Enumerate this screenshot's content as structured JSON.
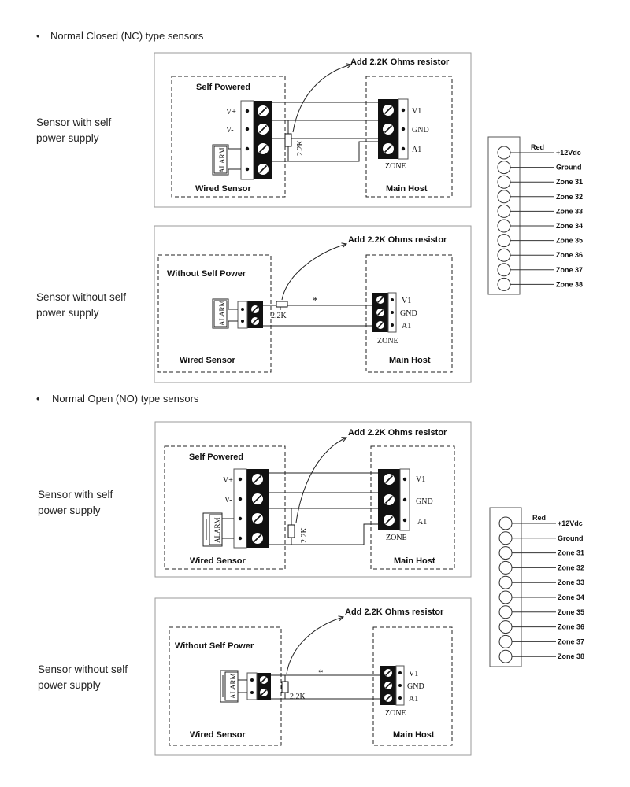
{
  "sections": {
    "nc": "Normal Closed (NC) type sensors",
    "no": "Normal Open (NO) type sensors"
  },
  "bullet": "•",
  "side": {
    "self_line1": "Sensor with self",
    "self_line2": "power supply",
    "nself_line1": "Sensor without self",
    "nself_line2": "power supply"
  },
  "labels": {
    "add_resistor": "Add 2.2K Ohms resistor",
    "self_powered": "Self Powered",
    "without_self_power": "Without Self Power",
    "wired_sensor": "Wired Sensor",
    "main_host": "Main Host",
    "zone": "ZONE",
    "alarm": "ALARM",
    "resistor": "2.2K",
    "star": "*",
    "v_plus": "V+",
    "v_minus": "V-",
    "v1": "V1",
    "gnd": "GND",
    "a1": "A1"
  },
  "strip": {
    "red": "Red",
    "items": [
      "+12Vdc",
      "Ground",
      "Zone 31",
      "Zone 32",
      "Zone 33",
      "Zone 34",
      "Zone 35",
      "Zone 36",
      "Zone 37",
      "Zone 38"
    ]
  }
}
